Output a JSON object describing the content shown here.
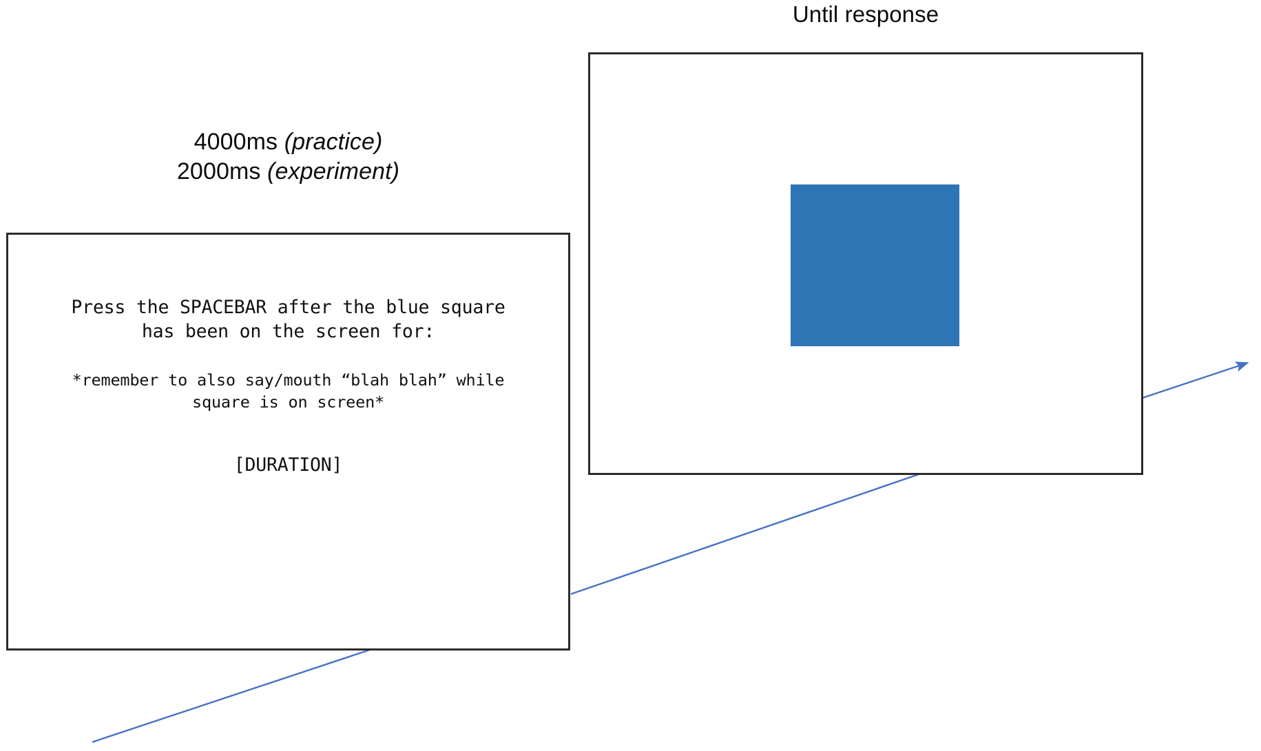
{
  "diagram": {
    "type": "experiment-trial-flowchart",
    "background_color": "#ffffff",
    "frame_border_color": "#2b2b2b",
    "connector_color": "#4472c4"
  },
  "instruction_screen": {
    "caption": {
      "line1": "4000ms (practice)",
      "line2": "2000ms (experiment)",
      "line1_value": "4000ms",
      "line1_condition": "(practice)",
      "line2_value": "2000ms",
      "line2_condition": "(experiment)"
    },
    "body": {
      "main_line1": "Press the SPACEBAR after the blue square",
      "main_line2": "has been on the screen for:",
      "note_line1": "*remember to also say/mouth “blah blah” while",
      "note_line2": "square is on screen*",
      "duration_placeholder": "[DURATION]"
    }
  },
  "stimulus_screen": {
    "caption": "Until response",
    "square": {
      "label": "blue-square",
      "color": "#2e75b6"
    }
  }
}
